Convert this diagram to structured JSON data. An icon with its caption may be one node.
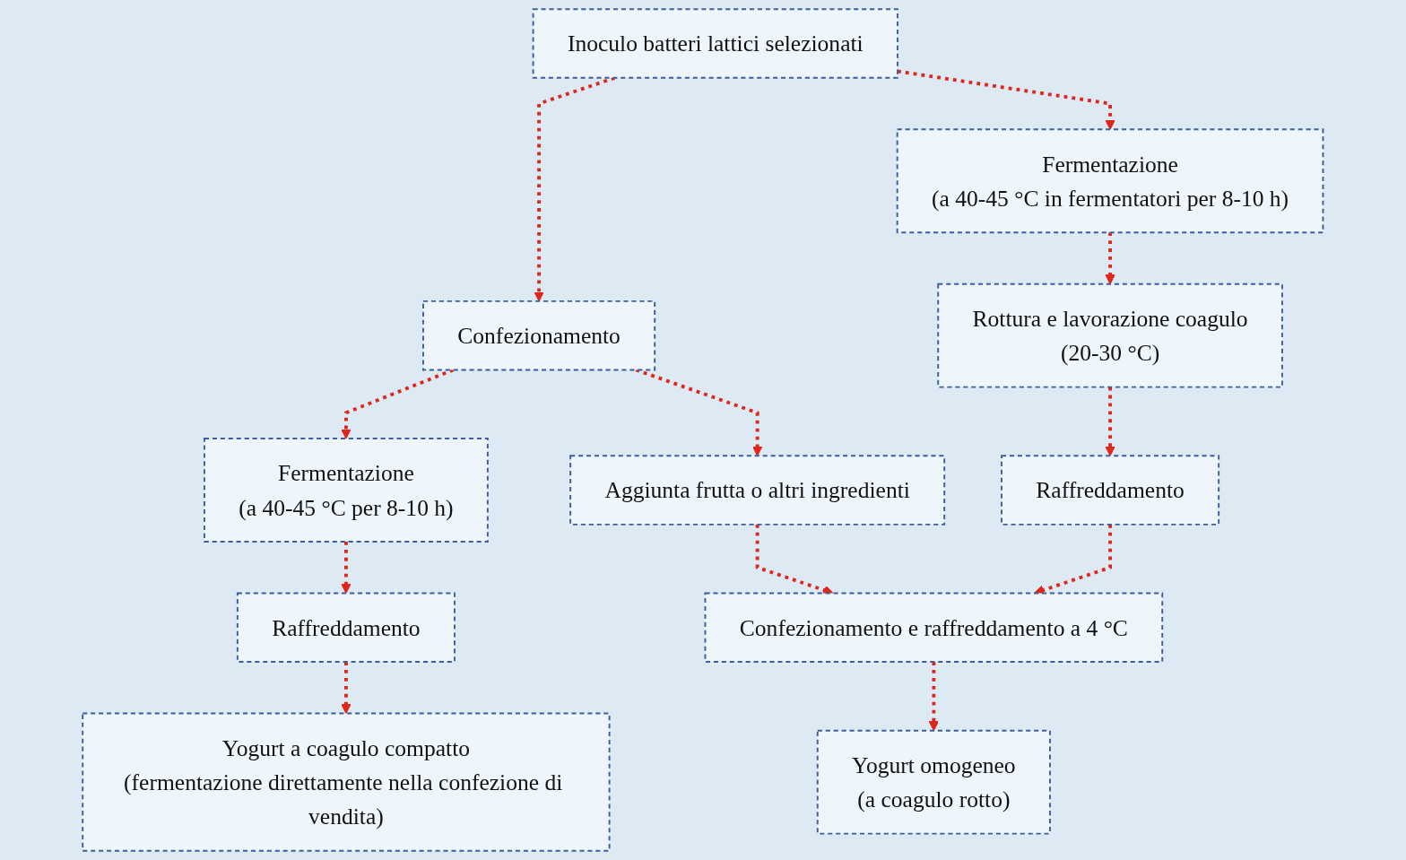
{
  "diagram": {
    "nodes": [
      {
        "text": [
          "Inoculo batteri lattici selezionati"
        ]
      },
      {
        "text": [
          "Confezionamento"
        ]
      },
      {
        "text": [
          "Fermentazione",
          "(a 40-45 °C per 8-10 h)"
        ]
      },
      {
        "text": [
          "Raffreddamento"
        ]
      },
      {
        "text": [
          "Yogurt a coagulo compatto",
          "(fermentazione direttamente nella confezione di vendita)"
        ]
      },
      {
        "text": [
          "Aggiunta frutta o altri ingredienti"
        ]
      },
      {
        "text": [
          "Fermentazione",
          "(a 40-45 °C in fermentatori per 8-10 h)"
        ]
      },
      {
        "text": [
          "Rottura e lavorazione coagulo",
          "(20-30 °C)"
        ]
      },
      {
        "text": [
          "Raffreddamento"
        ]
      },
      {
        "text": [
          "Confezionamento e raffreddamento a 4 °C"
        ]
      },
      {
        "text": [
          "Yogurt omogeneo",
          "(a coagulo rotto)"
        ]
      }
    ],
    "edges": [
      {
        "from": 0,
        "to": 1,
        "arrow": "to"
      },
      {
        "from": 0,
        "to": 6,
        "arrow": "to"
      },
      {
        "from": 1,
        "to": 2,
        "arrow": "to"
      },
      {
        "from": 2,
        "to": 3,
        "arrow": "to"
      },
      {
        "from": 3,
        "to": 4,
        "arrow": "to"
      },
      {
        "from": 1,
        "to": 5,
        "arrow": "to"
      },
      {
        "from": 6,
        "to": 7,
        "arrow": "to"
      },
      {
        "from": 7,
        "to": 8,
        "arrow": "to"
      },
      {
        "from": 8,
        "to": 9,
        "arrow": "to"
      },
      {
        "from": 5,
        "to": 9,
        "arrow": "to"
      },
      {
        "from": 9,
        "to": 10,
        "arrow": "to"
      }
    ]
  }
}
